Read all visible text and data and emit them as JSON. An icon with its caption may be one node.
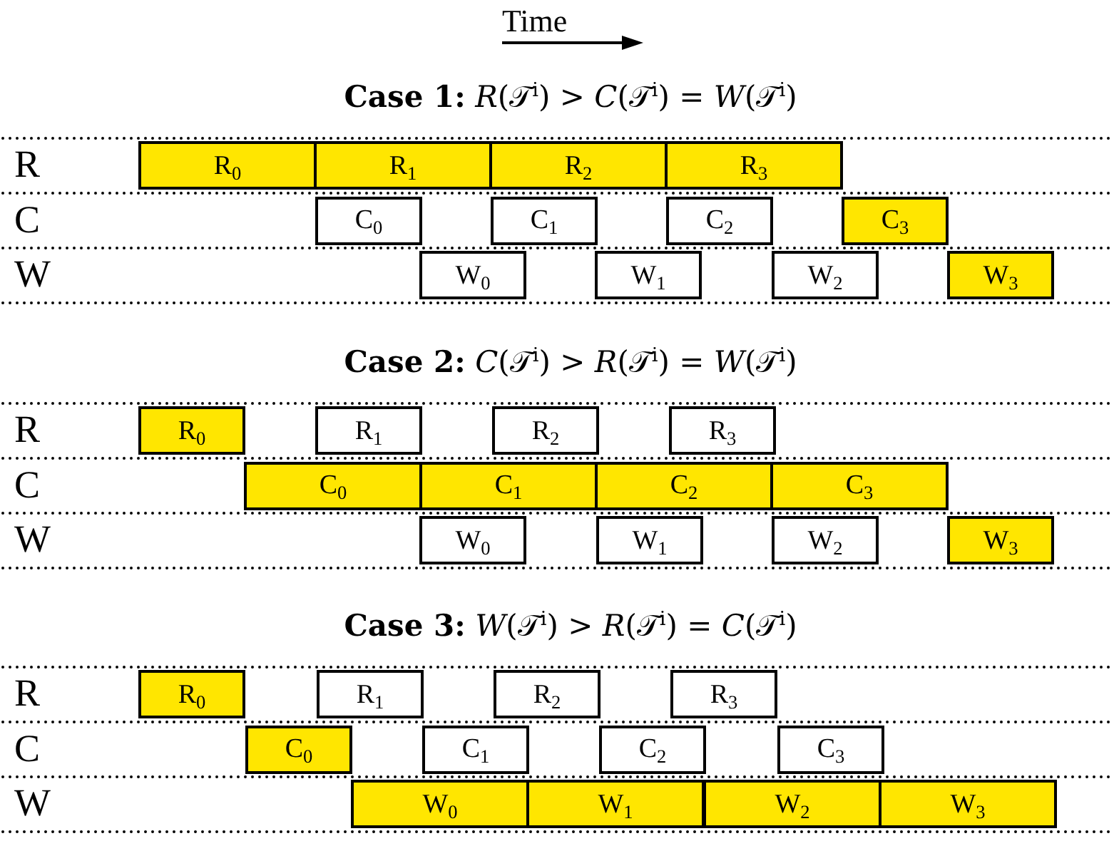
{
  "diagram": {
    "nodes": [
      {
        "text": [
          "R$_{0}$"
        ]
      },
      {
        "text": [
          "R$_{1}$"
        ]
      },
      {
        "text": [
          "R$_{2}$"
        ]
      },
      {
        "text": [
          "R$_{3}$"
        ]
      },
      {
        "text": [
          "C$_{0}$"
        ]
      },
      {
        "text": [
          "C$_{1}$"
        ]
      },
      {
        "text": [
          "C$_{2}$"
        ]
      },
      {
        "text": [
          "C$_{3}$"
        ]
      },
      {
        "text": [
          "W$_{0}$"
        ]
      },
      {
        "text": [
          "W$_{1}$"
        ]
      },
      {
        "text": [
          "W$_{2}$"
        ]
      },
      {
        "text": [
          "W$_{3}$"
        ]
      },
      {
        "text": [
          "R$_{0}$"
        ]
      },
      {
        "text": [
          "R$_{1}$"
        ]
      },
      {
        "text": [
          "R$_{2}$"
        ]
      },
      {
        "text": [
          "R$_{3}$"
        ]
      },
      {
        "text": [
          "C$_{0}$"
        ]
      },
      {
        "text": [
          "C$_{1}$"
        ]
      },
      {
        "text": [
          "C$_{2}$"
        ]
      },
      {
        "text": [
          "C$_{3}$"
        ]
      },
      {
        "text": [
          "W$_{0}$"
        ]
      },
      {
        "text": [
          "W$_{1}$"
        ]
      },
      {
        "text": [
          "W$_{2}$"
        ]
      },
      {
        "text": [
          "W$_{3}$"
        ]
      },
      {
        "text": [
          "R$_{0}$"
        ]
      },
      {
        "text": [
          "R$_{1}$"
        ]
      },
      {
        "text": [
          "R$_{2}$"
        ]
      },
      {
        "text": [
          "R$_{3}$"
        ]
      },
      {
        "text": [
          "C$_{0}$"
        ]
      },
      {
        "text": [
          "C$_{1}$"
        ]
      },
      {
        "text": [
          "C$_{2}$"
        ]
      },
      {
        "text": [
          "C$_{3}$"
        ]
      },
      {
        "text": [
          "W$_{0}$"
        ]
      },
      {
        "text": [
          "W$_{1}$"
        ]
      },
      {
        "text": [
          "W$_{2}$"
        ]
      },
      {
        "text": [
          "W$_{3}$"
        ]
      }
    ],
    "labels": [
      "Time",
      "**Case 1:** *R*(𝒯$^{i}$) > *C*(𝒯$^{i}$) = *W*(𝒯$^{i}$)",
      "R",
      "C",
      "W",
      "**Case 2:** *C*(𝒯$^{i}$) > *R*(𝒯$^{i}$) = *W*(𝒯$^{i}$)",
      "R",
      "C",
      "W",
      "**Case 3:** *W*(𝒯$^{i}$) > *R*(𝒯$^{i}$) = *C*(𝒯$^{i}$)",
      "R",
      "C",
      "W"
    ]
  }
}
